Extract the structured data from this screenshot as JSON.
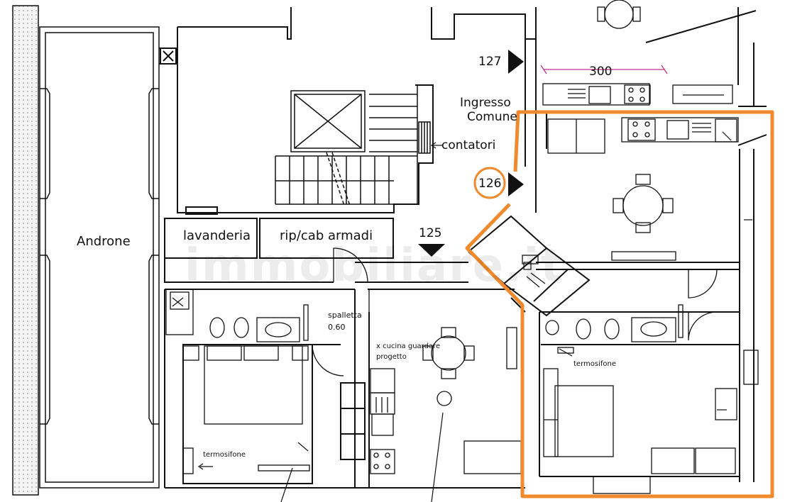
{
  "labels": {
    "androne": "Androne",
    "lavanderia": "lavanderia",
    "rip_cab_armadi": "rip/cab armadi",
    "ingresso": "Ingresso",
    "comune": "Comune",
    "contatori": "contatori",
    "spalletta": "spalletta",
    "spalletta_val": "0.60",
    "cucina_note_1": "x cucina guardare",
    "cucina_note_2": "progetto",
    "termosifone_left": "termosifone",
    "termosifone_right": "termosifone"
  },
  "dimensions": {
    "width_300": "300"
  },
  "units": {
    "u127": "127",
    "u126": "126",
    "u125": "125"
  },
  "watermark": "immobiliare.it",
  "colors": {
    "highlight": "#f08a2c",
    "dimension": "#c0308a",
    "wall": "#111111"
  }
}
